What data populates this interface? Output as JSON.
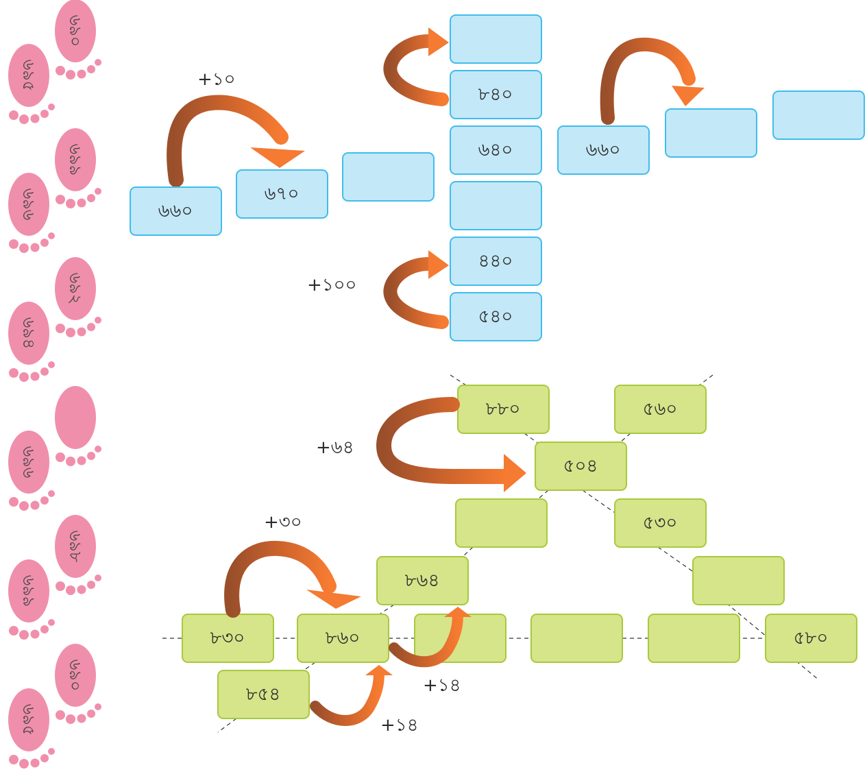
{
  "colors": {
    "blue_fill": "#c3e8f8",
    "blue_stroke": "#40bdea",
    "green_fill": "#d6e48a",
    "green_stroke": "#a8c93c",
    "arrow_orange": "#f57a32",
    "arrow_brown": "#a0552f",
    "foot_pink": "#f08fab"
  },
  "footprints": [
    {
      "upper": "৬৯০",
      "lower": "৬৯৫"
    },
    {
      "upper": "৬৯৯",
      "lower": "৬৯৬"
    },
    {
      "upper": "৬৯২",
      "lower": "৬৯৪"
    },
    {
      "upper": "",
      "lower": "৬৯৬"
    },
    {
      "upper": "৬৯৮",
      "lower": "৬৯৯"
    },
    {
      "upper": "৬৯০",
      "lower": "৬৯৫"
    }
  ],
  "blue": {
    "row1": [
      "৬৬০",
      "৬৭০",
      ""
    ],
    "column": [
      "",
      "৮৪০",
      "৬৪০",
      "",
      "৪৪০",
      "৫৪০"
    ],
    "row2": [
      "৬৬০",
      "",
      ""
    ],
    "op_plus10": "+১০",
    "op_plus100": "+১০০"
  },
  "green": {
    "top_left": "৮৮০",
    "top_right": "৫৬০",
    "center": "৫০৪",
    "mid_left": "",
    "mid_right": "৫৩০",
    "upper_left": "৮৬৪",
    "right_branch": "",
    "bottom_row": [
      "৮৩০",
      "৮৬০",
      "",
      "",
      "",
      "৫৮০"
    ],
    "below_left": "৮৫৪",
    "op_plus64": "+৬৪",
    "op_plus30": "+৩০",
    "op_plus14_right": "+১৪",
    "op_plus14_bottom": "+১৪"
  }
}
